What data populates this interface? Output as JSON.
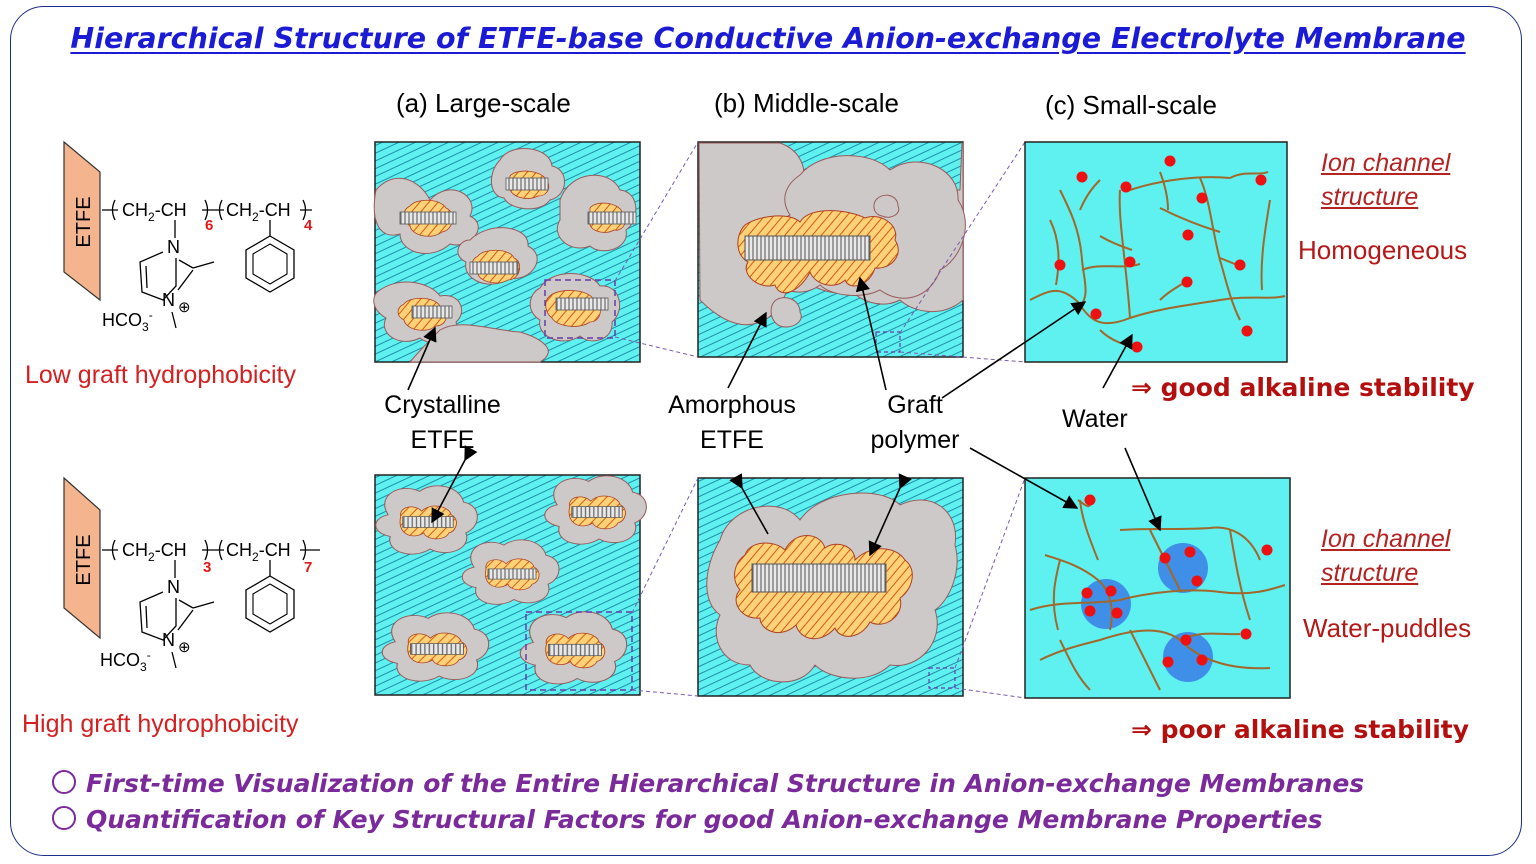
{
  "title": "Hierarchical Structure of ETFE-base Conductive Anion-exchange Electrolyte Membrane",
  "headers": {
    "a": "(a) Large-scale",
    "b": "(b) Middle-scale",
    "c": "(c) Small-scale"
  },
  "chem": {
    "etfe": "ETFE",
    "ch2": "CH",
    "sub2": "2",
    "ch": "CH",
    "n": "N",
    "plus": "⊕",
    "hco3": "HCO",
    "sub3": "3",
    "minus": "-",
    "top_m": "6",
    "top_n": "4",
    "bot_m": "3",
    "bot_n": "7"
  },
  "labels": {
    "low": "Low graft hydrophobicity",
    "high": "High graft hydrophobicity",
    "crystalline_1": "Crystalline",
    "crystalline_2": "ETFE",
    "amorphous_1": "Amorphous",
    "amorphous_2": "ETFE",
    "graft_1": "Graft",
    "graft_2": "polymer",
    "water": "Water"
  },
  "right": {
    "ion1_1": "Ion channel",
    "ion1_2": "structure",
    "homogeneous": "Homogeneous",
    "good": "⇒ good alkaline stability",
    "ion2_1": "Ion channel",
    "ion2_2": "structure",
    "puddles": "Water-puddles",
    "poor": "⇒  poor alkaline stability"
  },
  "bullets": [
    "First-time Visualization of the Entire Hierarchical Structure in Anion-exchange Membranes",
    "Quantification of Key Structural Factors for good Anion-exchange Membrane Properties"
  ],
  "colors": {
    "title": "#1b1bd6",
    "cyan": "#5ff0f0",
    "gray": "#cdc9c9",
    "orange": "#ffd27a",
    "chain": "#a0682a",
    "dot": "#ee1111",
    "puddle": "#3f8ee8",
    "accent_red": "#d42020",
    "bullet": "#7a2a9a"
  }
}
